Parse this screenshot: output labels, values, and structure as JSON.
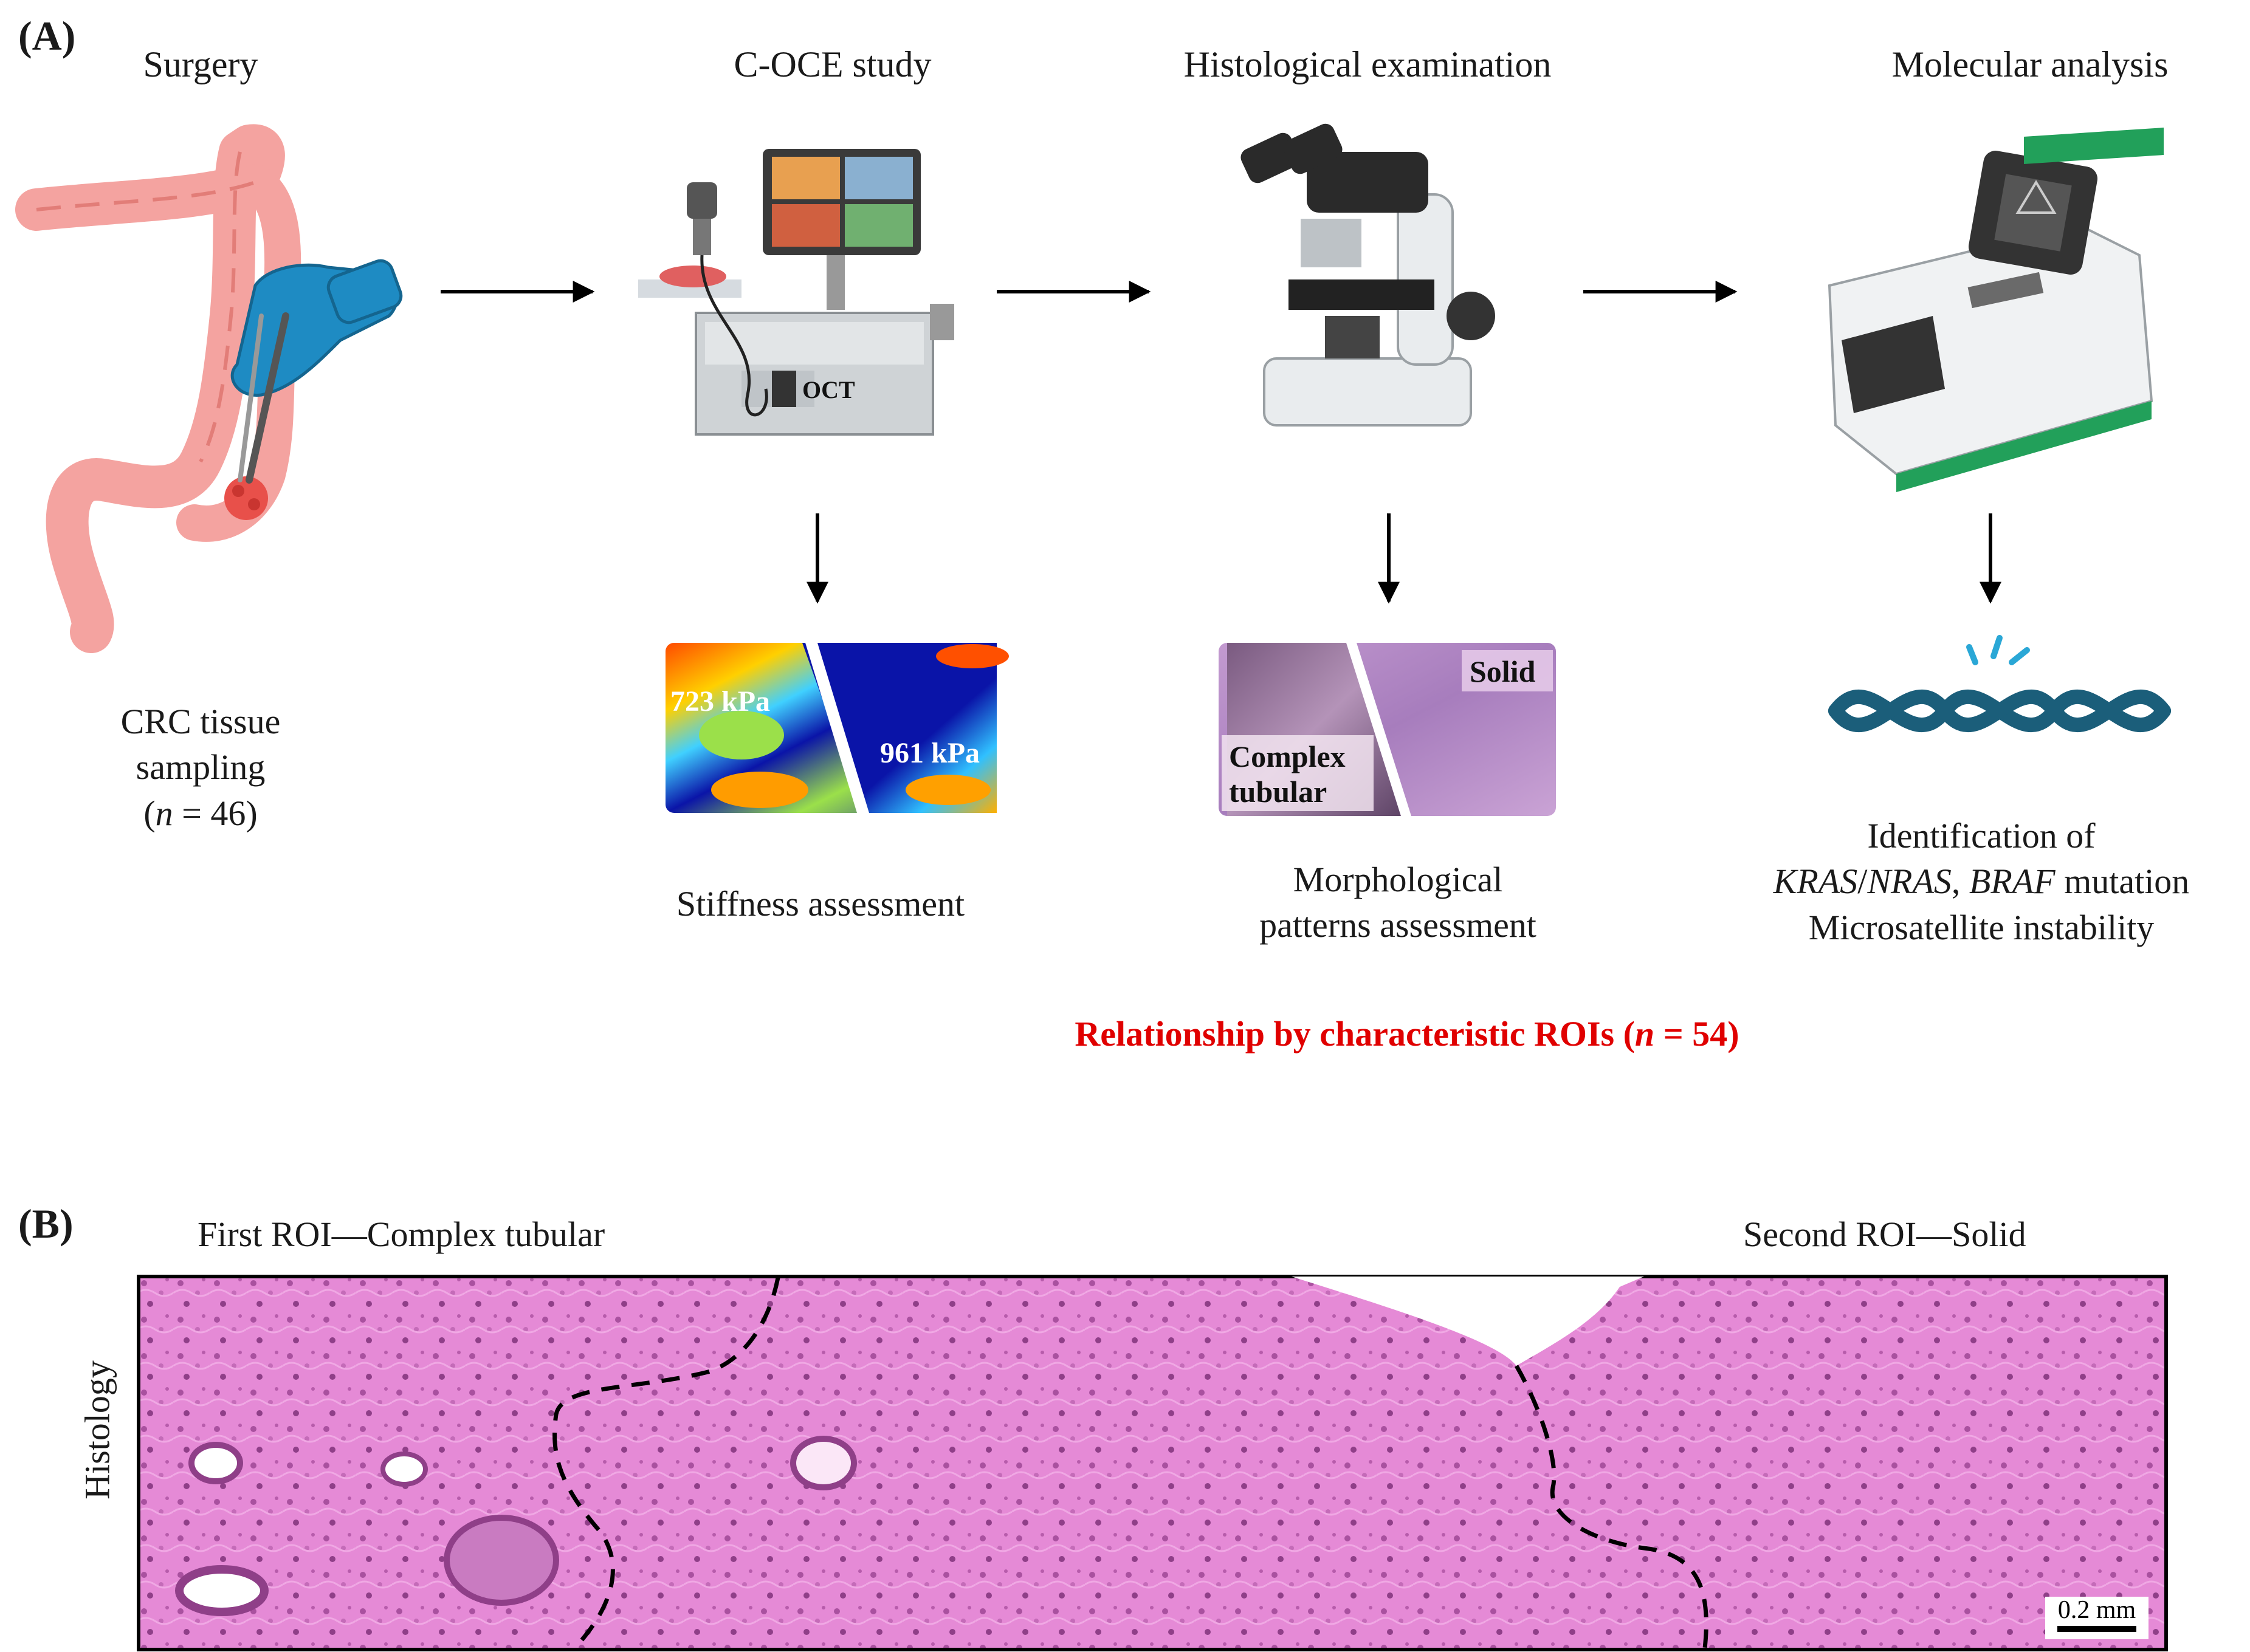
{
  "panel_a": {
    "label": "(A)",
    "steps": [
      {
        "title": "Surgery",
        "caption_line1": "CRC tissue",
        "caption_line2": "sampling",
        "caption_n": "n",
        "caption_n_value": " = 46)"
      },
      {
        "title": "C-OCE study",
        "device_label": "OCT",
        "result_caption": "Stiffness assessment",
        "left_value": "723 kPa",
        "right_value": "961 kPa"
      },
      {
        "title": "Histological examination",
        "result_caption_line1": "Morphological",
        "result_caption_line2": "patterns assessment",
        "left_pattern": "Complex",
        "left_pattern_2": "tubular",
        "right_pattern": "Solid"
      },
      {
        "title": "Molecular analysis",
        "result_line1": "Identification of",
        "gene1": "KRAS",
        "slash": "/",
        "gene2": "NRAS",
        "comma": ", ",
        "gene3": "BRAF",
        "mutation": " mutation",
        "result_line3": "Microsatellite instability"
      }
    ],
    "relationship_pre": "Relationship by characteristic ROIs (",
    "relationship_n": "n",
    "relationship_post": " = 54)",
    "colors": {
      "arrow": "#000000",
      "relationship": "#e00000",
      "colon": "#f4a3a0",
      "glove": "#1e8bc3",
      "dna": "#1b5e7a"
    }
  },
  "panel_b": {
    "label": "(B)",
    "first_roi": "First ROI—Complex tubular",
    "second_roi": "Second ROI—Solid",
    "side_label": "Histology",
    "scale_bar": "0.2 mm",
    "colors": {
      "tissue": "#e58ad6",
      "boundary": "#000000"
    }
  }
}
